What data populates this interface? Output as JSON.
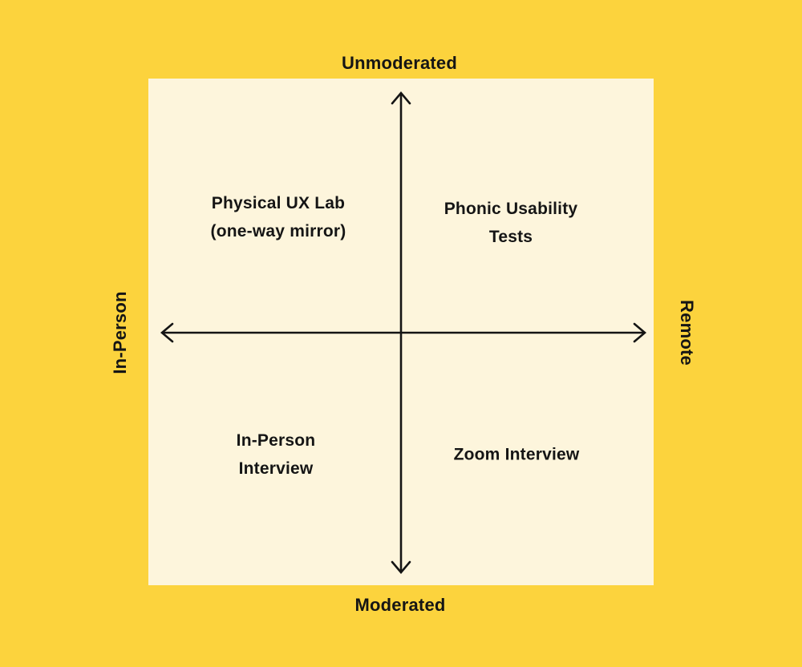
{
  "diagram": {
    "type": "quadrant-map",
    "axes": {
      "top_label": "Unmoderated",
      "bottom_label": "Moderated",
      "left_label": "In-Person",
      "right_label": "Remote"
    },
    "quadrants": {
      "top_left": {
        "line1": "Physical UX Lab",
        "line2": "(one-way mirror)"
      },
      "top_right": {
        "line1": "Phonic Usability",
        "line2": "Tests"
      },
      "bottom_left": {
        "line1": "In-Person",
        "line2": "Interview"
      },
      "bottom_right": {
        "line1": "Zoom Interview"
      }
    },
    "colors": {
      "background": "#FCD33D",
      "panel": "#FDF5DC",
      "axis_stroke": "#141414",
      "text": "#151515"
    }
  }
}
